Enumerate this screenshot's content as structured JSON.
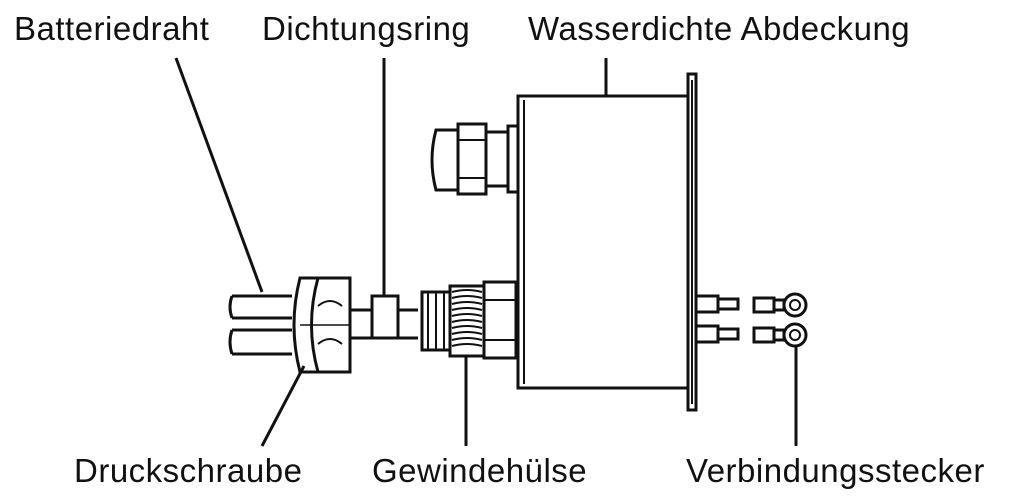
{
  "labels": {
    "battery_wire": "Batteriedraht",
    "sealing_ring": "Dichtungsring",
    "waterproof_cover": "Wasserdichte Abdeckung",
    "pressure_screw": "Druckschraube",
    "threaded_sleeve": "Gewindehülse",
    "connector_plugs": "Verbindungsstecker"
  },
  "colors": {
    "ink": "#111111",
    "background": "#ffffff"
  }
}
